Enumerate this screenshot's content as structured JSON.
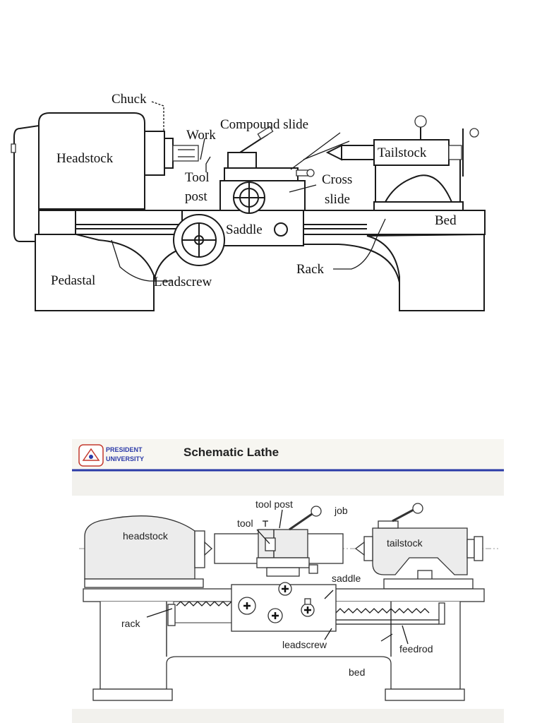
{
  "diagram1": {
    "labels": {
      "chuck": "Chuck",
      "work": "Work",
      "compound_slide": "Compound slide",
      "headstock": "Headstock",
      "tailstock": "Tailstock",
      "tool": "Tool",
      "post": "post",
      "cross": "Cross",
      "slide": "slide",
      "saddle": "Saddle",
      "bed": "Bed",
      "rack": "Rack",
      "pedastal": "Pedastal",
      "leadscrew": "Leadscrew"
    }
  },
  "diagram2": {
    "header": {
      "logo_line1": "PRESIDENT",
      "logo_line2": "UNIVERSITY",
      "title": "Schematic Lathe",
      "accent_color": "#2b3aa8"
    },
    "labels": {
      "tool_post": "tool post",
      "job": "job",
      "tool": "tool",
      "headstock": "headstock",
      "tailstock": "tailstock",
      "saddle": "saddle",
      "rack": "rack",
      "leadscrew": "leadscrew",
      "feedrod": "feedrod",
      "bed": "bed"
    }
  }
}
